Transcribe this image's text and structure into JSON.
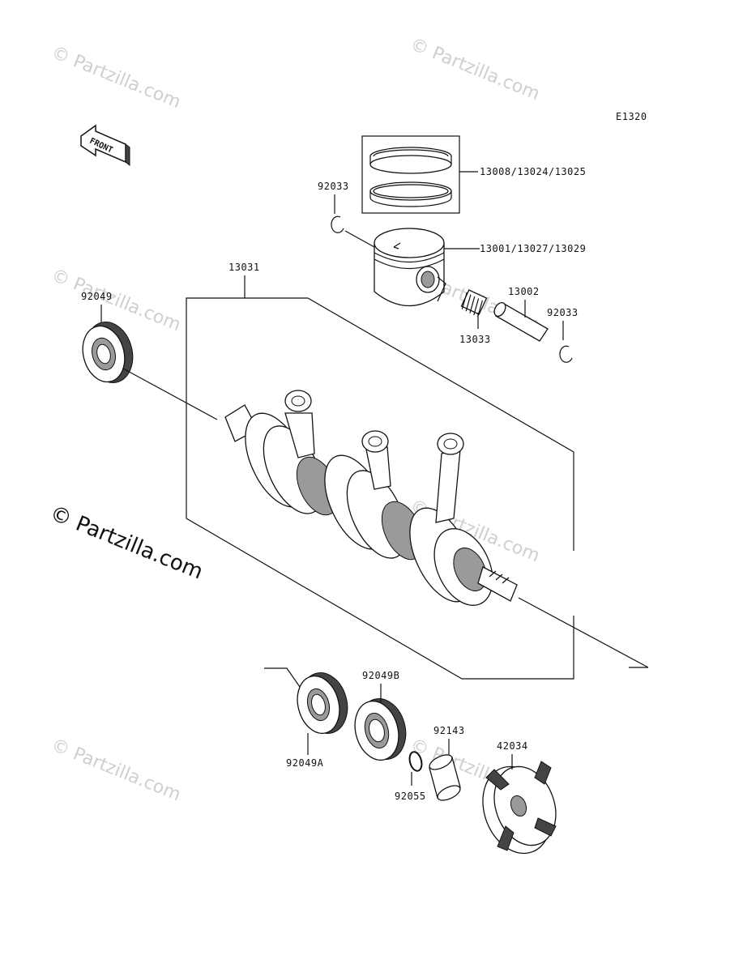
{
  "diagram_code": "E1320",
  "front_label": "FRONT",
  "watermark": "© Partzilla.com",
  "parts": {
    "piston_rings": "13008/13024/13025",
    "piston": "13001/13027/13029",
    "circlip_top": "92033",
    "circlip_right": "92033",
    "bearing_needle": "13033",
    "piston_pin": "13002",
    "crankshaft": "13031",
    "oil_seal_left": "92049",
    "oil_seal_a": "92049A",
    "oil_seal_b": "92049B",
    "circlip_small": "92055",
    "collar": "92143",
    "coupling": "42034"
  }
}
